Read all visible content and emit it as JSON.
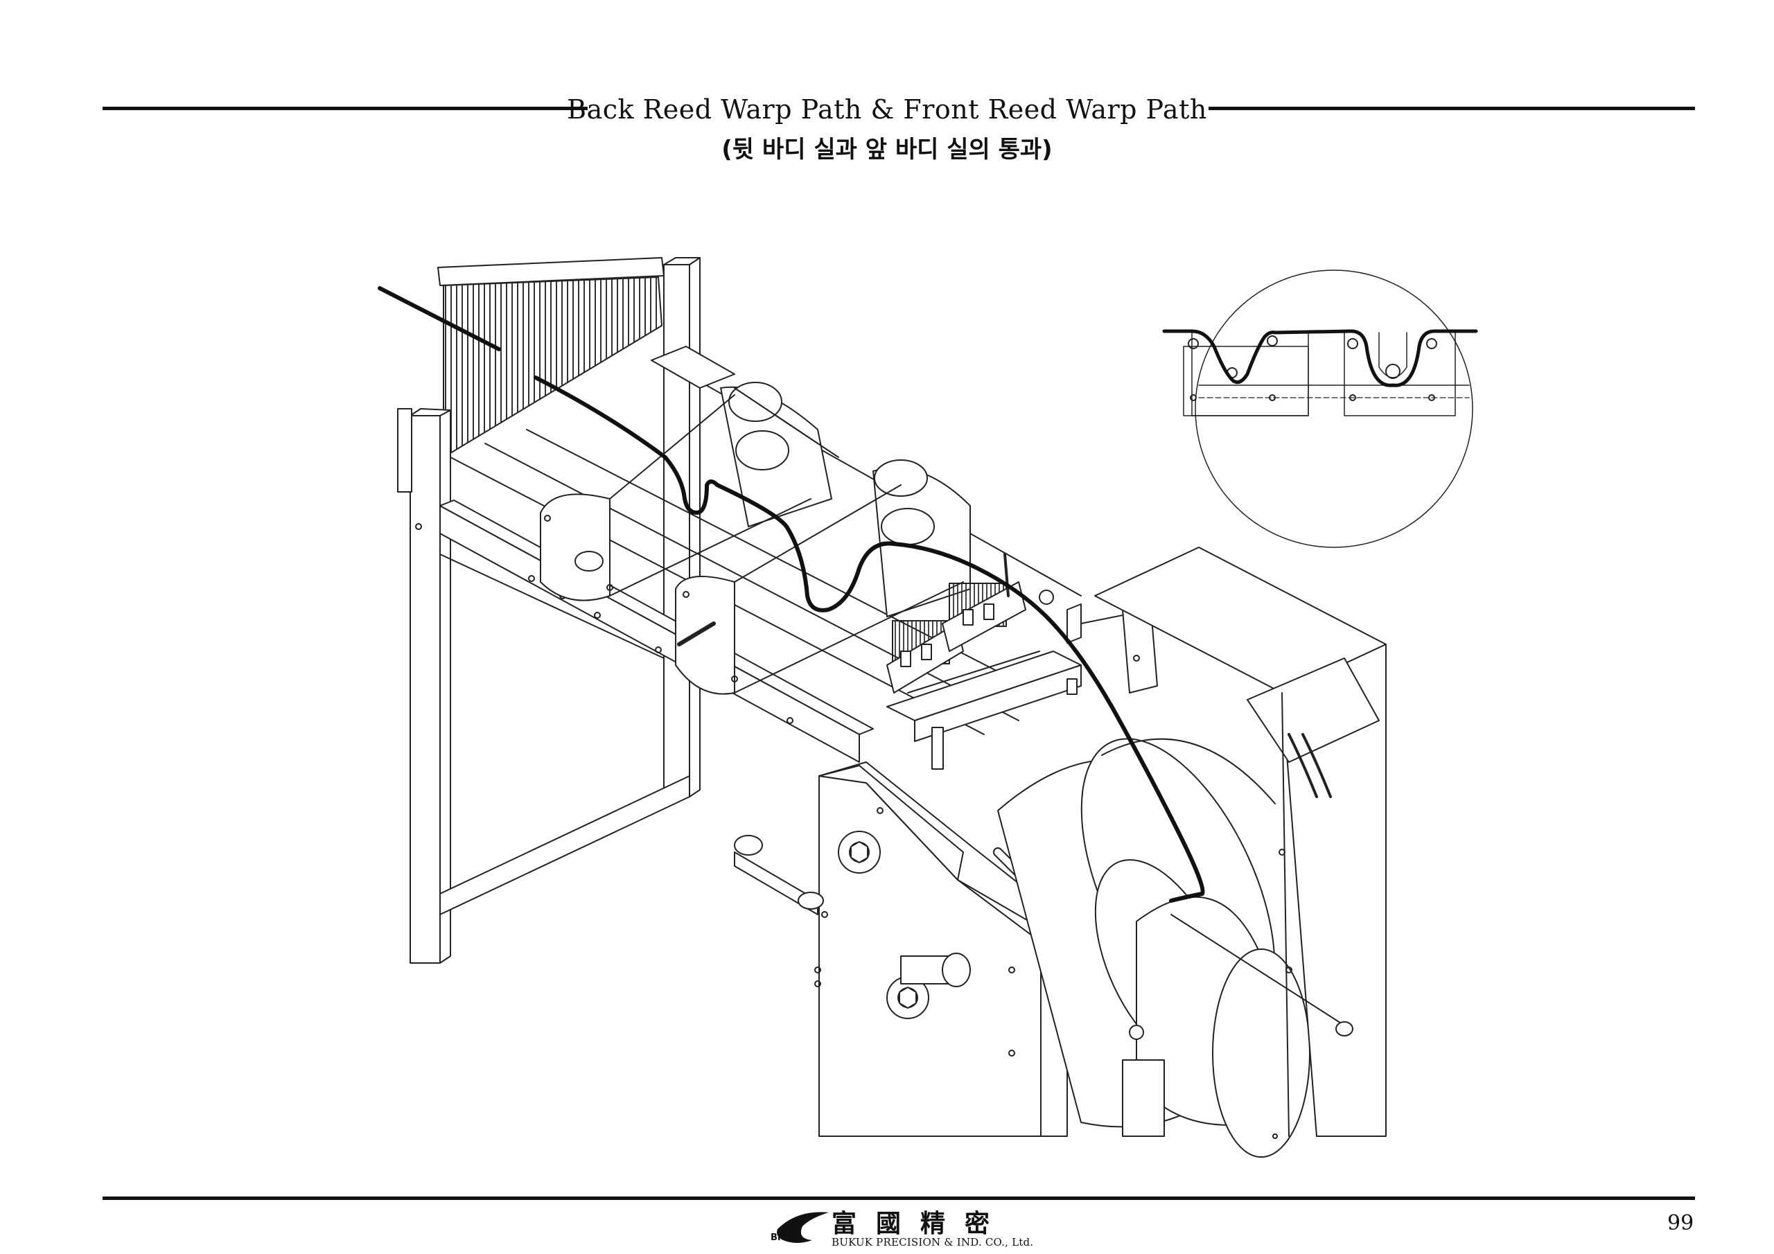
{
  "header": {
    "title_en": "Back Reed Warp Path & Front Reed Warp Path",
    "title_ko": "(뒷 바디 실과 앞 바디 실의 통과)"
  },
  "figure": {
    "main_illustration": "loom-warp-path-isometric",
    "detail_inset": "reed-warp-path-closeup",
    "warp_color": "#111111"
  },
  "footer": {
    "logo_mark": "BK",
    "logo_hanja": "富國精密",
    "company": "BUKUK PRECISION & IND. CO., Ltd.",
    "page_number": "99"
  }
}
